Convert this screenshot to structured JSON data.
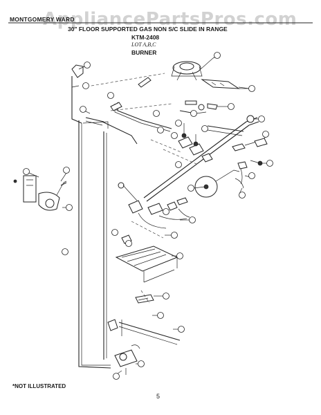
{
  "header": {
    "manufacturer": "MONTGOMERY WARD",
    "title": "30\" FLOOR SUPPORTED GAS NON S/C SLIDE IN RANGE",
    "model": "KTM-2408",
    "lot": "LOT A,B,C",
    "section": "BURNER"
  },
  "watermark": "AppliancePartsPros.com",
  "footer": {
    "note": "*NOT ILLUSTRATED",
    "page_number": "5"
  }
}
